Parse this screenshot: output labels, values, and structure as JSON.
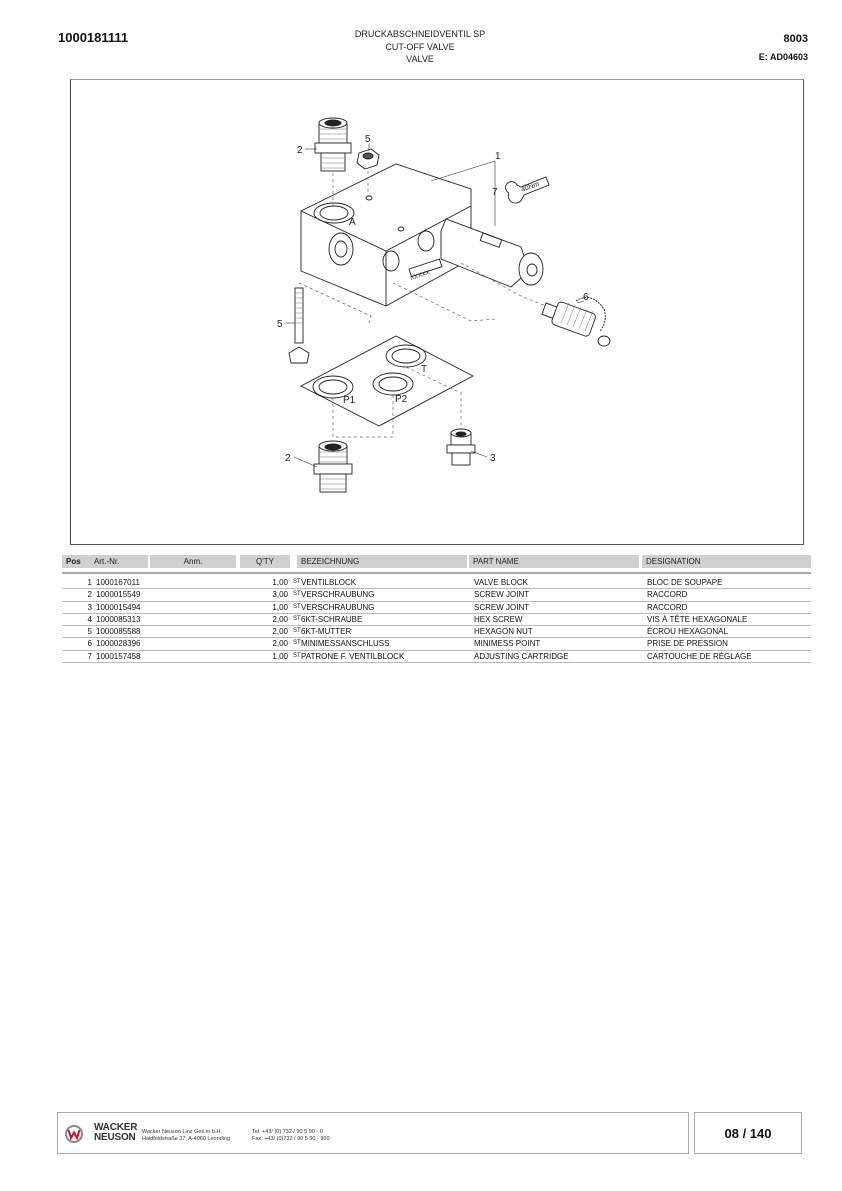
{
  "header": {
    "doc_number": "1000181111",
    "title_lines": [
      "DRUCKABSCHNEIDVENTIL SP",
      "CUT-OFF VALVE",
      "VALVE"
    ],
    "page_code": "8003",
    "drawing_ref": "E: AD04603"
  },
  "figure": {
    "callouts": {
      "c1": "1",
      "c2_top": "2",
      "c5_top": "5",
      "c7": "7",
      "c5_bolt": "5",
      "c6": "6",
      "c2_bottom": "2",
      "c3": "3"
    },
    "port_labels": {
      "a": "A",
      "t": "T",
      "p1": "P1",
      "p2": "P2",
      "marking": "XXXXX"
    },
    "torque_label": "40Nm"
  },
  "parts_table": {
    "headers": {
      "pos": "Pos",
      "art_nr": "Art.-Nr.",
      "anm": "Anm.",
      "qty": "Q'TY",
      "bezeichnung": "BEZEICHNUNG",
      "part_name": "PART NAME",
      "designation": "DESIGNATION"
    },
    "rows": [
      {
        "pos": "1",
        "art_nr": "1000167011",
        "qty": "1,00",
        "unit": "ST",
        "bezeichnung": "VENTILBLOCK",
        "part_name": "VALVE BLOCK",
        "designation": "BLOC DE SOUPAPE"
      },
      {
        "pos": "2",
        "art_nr": "1000015549",
        "qty": "3,00",
        "unit": "ST",
        "bezeichnung": "VERSCHRAUBUNG",
        "part_name": "SCREW JOINT",
        "designation": "RACCORD"
      },
      {
        "pos": "3",
        "art_nr": "1000015494",
        "qty": "1,00",
        "unit": "ST",
        "bezeichnung": "VERSCHRAUBUNG",
        "part_name": "SCREW JOINT",
        "designation": "RACCORD"
      },
      {
        "pos": "4",
        "art_nr": "1000085313",
        "qty": "2,00",
        "unit": "ST",
        "bezeichnung": "6KT-SCHRAUBE",
        "part_name": "HEX SCREW",
        "designation": "VIS À TÊTE HEXAGONALE"
      },
      {
        "pos": "5",
        "art_nr": "1000085588",
        "qty": "2,00",
        "unit": "ST",
        "bezeichnung": "6KT-MUTTER",
        "part_name": "HEXAGON NUT",
        "designation": "ÉCROU HEXAGONAL"
      },
      {
        "pos": "6",
        "art_nr": "1000028396",
        "qty": "2,00",
        "unit": "ST",
        "bezeichnung": "MINIMESSANSCHLUSS",
        "part_name": "MINIMESS POINT",
        "designation": "PRISE DE PRESSION"
      },
      {
        "pos": "7",
        "art_nr": "1000157458",
        "qty": "1,00",
        "unit": "ST",
        "bezeichnung": "PATRONE F. VENTILBLOCK",
        "part_name": "ADJUSTING CARTRIDGE",
        "designation": "CARTOUCHE DE RÉGLAGE"
      }
    ]
  },
  "footer": {
    "brand_line1": "WACKER",
    "brand_line2": "NEUSON",
    "company_line1": "Wacker Neuson Linz  Ges.m.b.H.",
    "company_line2": "Haidfeldstraße 37, A-4060 Leonding",
    "tel": "Tel. +43/ (0) 732 / 90 5 90 - 0",
    "fax": "Fax. +43/ (0)732 / 90 5 90 - 900",
    "page_indicator": "08 / 140",
    "logo_color": "#c8102e"
  }
}
